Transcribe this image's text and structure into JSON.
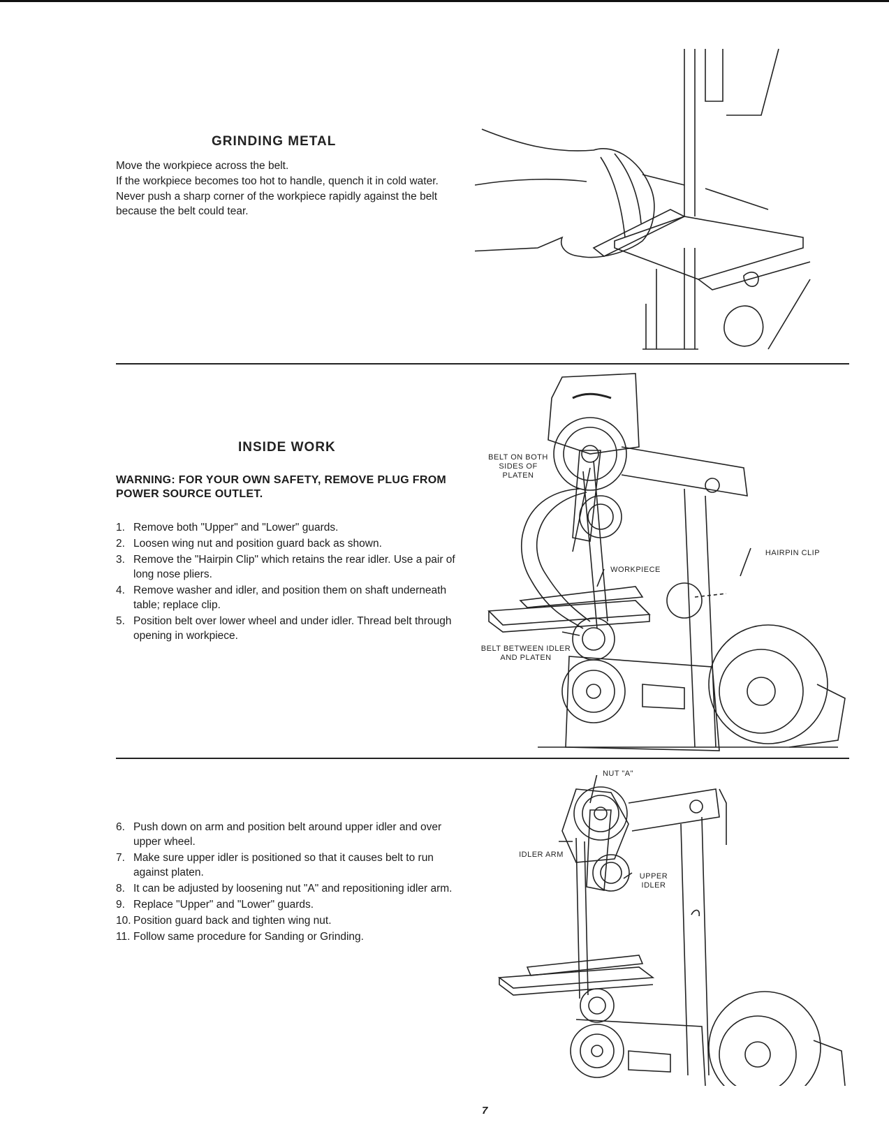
{
  "sections": [
    {
      "title": "GRINDING METAL",
      "paragraphs": [
        "Move the workpiece across the belt.",
        "If the workpiece becomes too hot to handle, quench it in cold water.",
        "Never push a sharp corner of the workpiece rapidly against the belt because the belt could tear."
      ]
    },
    {
      "title": "INSIDE WORK",
      "warning": "WARNING: FOR YOUR OWN SAFETY, REMOVE PLUG FROM POWER SOURCE OUTLET.",
      "steps": [
        {
          "n": "1.",
          "text": "Remove both \"Upper\" and \"Lower\" guards."
        },
        {
          "n": "2.",
          "text": "Loosen wing nut and position guard back as shown."
        },
        {
          "n": "3.",
          "text": "Remove the \"Hairpin Clip\" which retains the rear idler. Use a pair of long nose pliers."
        },
        {
          "n": "4.",
          "text": "Remove washer and idler, and position them on shaft underneath table; replace clip."
        },
        {
          "n": "5.",
          "text": "Position belt over lower wheel and under idler. Thread belt through opening in workpiece."
        }
      ]
    },
    {
      "steps": [
        {
          "n": "6.",
          "text": "Push down on arm and position belt around upper idler and over upper wheel."
        },
        {
          "n": "7.",
          "text": "Make sure upper idler is positioned so that it causes belt to run against platen."
        },
        {
          "n": "8.",
          "text": "It can be adjusted by loosening nut \"A\" and repositioning idler arm."
        },
        {
          "n": "9.",
          "text": "Replace \"Upper\" and \"Lower\" guards."
        },
        {
          "n": "10.",
          "text": "Position guard back and tighten wing nut."
        },
        {
          "n": "11.",
          "text": "Follow same procedure for Sanding or Grinding."
        }
      ]
    }
  ],
  "figure_labels": {
    "belt_both_sides": "BELT ON BOTH SIDES OF PLATEN",
    "workpiece": "WORKPIECE",
    "hairpin_clip": "HAIRPIN CLIP",
    "belt_between": "BELT BETWEEN IDLER AND PLATEN",
    "nut_a": "NUT \"A\"",
    "idler_arm": "IDLER ARM",
    "upper_idler": "UPPER IDLER"
  },
  "page_number": "7"
}
